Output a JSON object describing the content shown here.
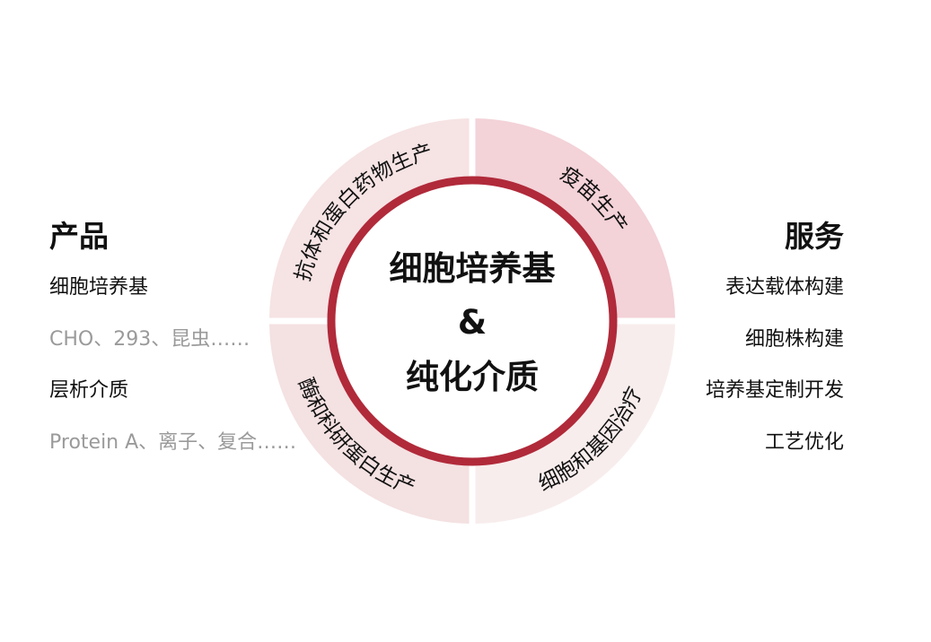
{
  "products": {
    "title": "产品",
    "items": [
      {
        "label": "细胞培养基",
        "secondary": false
      },
      {
        "label": "CHO、293、昆虫……",
        "secondary": true
      },
      {
        "label": "层析介质",
        "secondary": false
      },
      {
        "label": "Protein A、离子、复合……",
        "secondary": true
      }
    ]
  },
  "services": {
    "title": "服务",
    "items": [
      {
        "label": "表达载体构建"
      },
      {
        "label": "细胞株构建"
      },
      {
        "label": "培养基定制开发"
      },
      {
        "label": "工艺优化"
      }
    ]
  },
  "center": {
    "line1": "细胞培养基",
    "line2": "&",
    "line3": "纯化介质"
  },
  "segments": [
    {
      "label": "抗体和蛋白药物生产",
      "color": "#f6e3e4"
    },
    {
      "label": "疫苗生产",
      "color": "#f3d2d8"
    },
    {
      "label": "酶和科研蛋白生产",
      "color": "#f4e1e2"
    },
    {
      "label": "细胞和基因治疗",
      "color": "#f8eded"
    }
  ],
  "ring_color": "#b02a3a"
}
